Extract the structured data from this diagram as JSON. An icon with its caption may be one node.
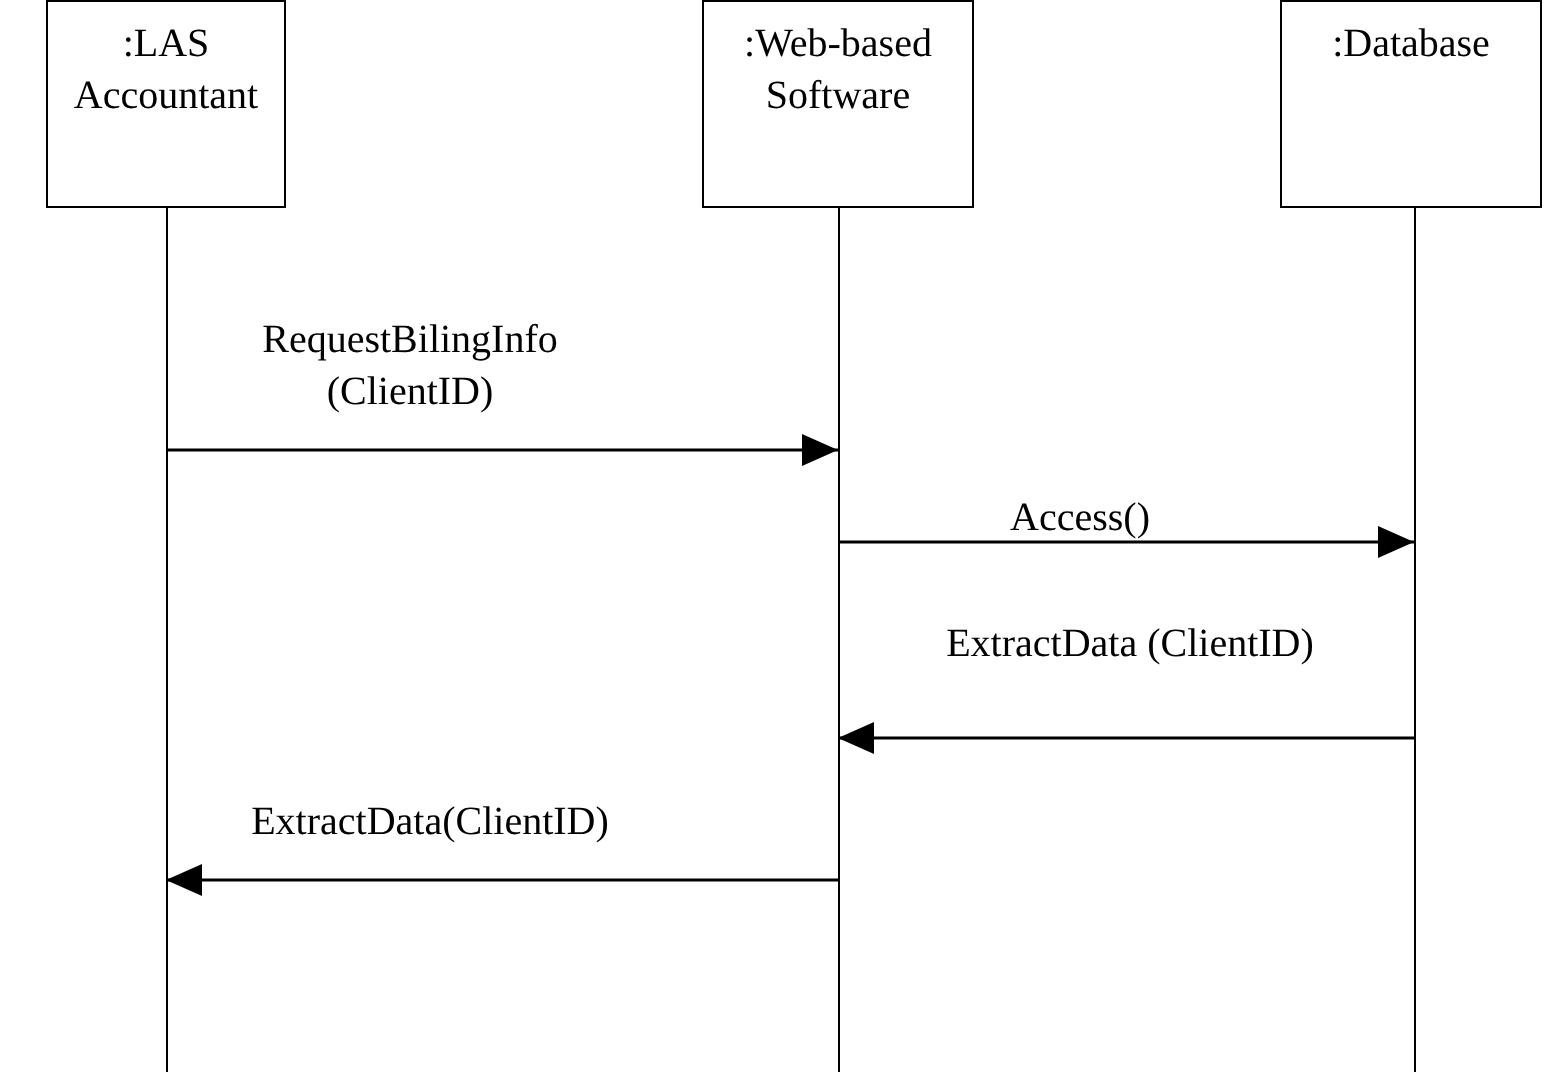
{
  "diagram": {
    "nodes": [
      {
        "text": [
          ":LAS Accountant"
        ]
      },
      {
        "text": [
          ":Web-based Software"
        ]
      },
      {
        "text": [
          ":Database"
        ]
      },
      {
        "text": [],
        "shape": "bar"
      },
      {
        "text": [],
        "shape": "bar"
      },
      {
        "text": [],
        "shape": "bar"
      }
    ],
    "edges": [
      {
        "from": 3,
        "to": 4,
        "arrow": "to",
        "label": "RequestBilingInfo (ClientID)"
      },
      {
        "from": 4,
        "to": 5,
        "arrow": "to",
        "label": "Access()"
      },
      {
        "from": 5,
        "to": 4,
        "arrow": "to",
        "label": "ExtractData (ClientID)"
      },
      {
        "from": 4,
        "to": 3,
        "arrow": "to",
        "label": "ExtractData(ClientID)"
      }
    ]
  }
}
